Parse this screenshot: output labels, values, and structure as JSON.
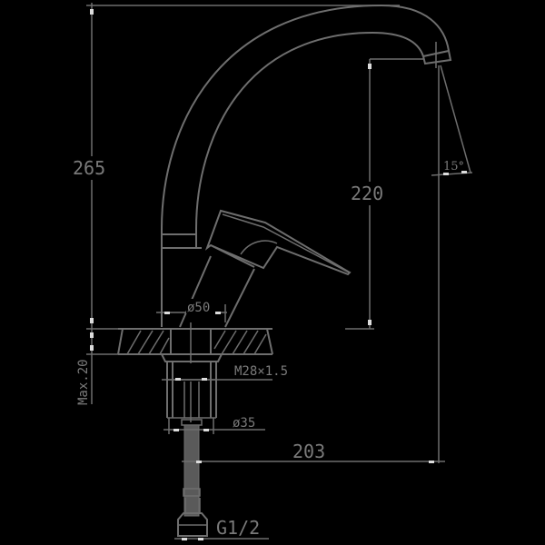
{
  "drawing": {
    "subject": "single-lever kitchen faucet",
    "colors": {
      "background": "#000000",
      "line": "#6e6e6e",
      "text": "#7a7a7a",
      "arrow": "#dcdcdc"
    }
  },
  "dimensions": {
    "total_height": {
      "value": "265"
    },
    "spout_height": {
      "value": "220"
    },
    "spout_reach": {
      "value": "203"
    },
    "swivel_angle": {
      "value": "15°"
    },
    "body_diameter": {
      "value": "ø50"
    },
    "mounting_thread": {
      "value": "M28×1.5"
    },
    "nut_diameter": {
      "value": "ø35"
    },
    "max_counter_thickness": {
      "value": "Max.20"
    },
    "hose_connection": {
      "value": "G1/2"
    }
  }
}
